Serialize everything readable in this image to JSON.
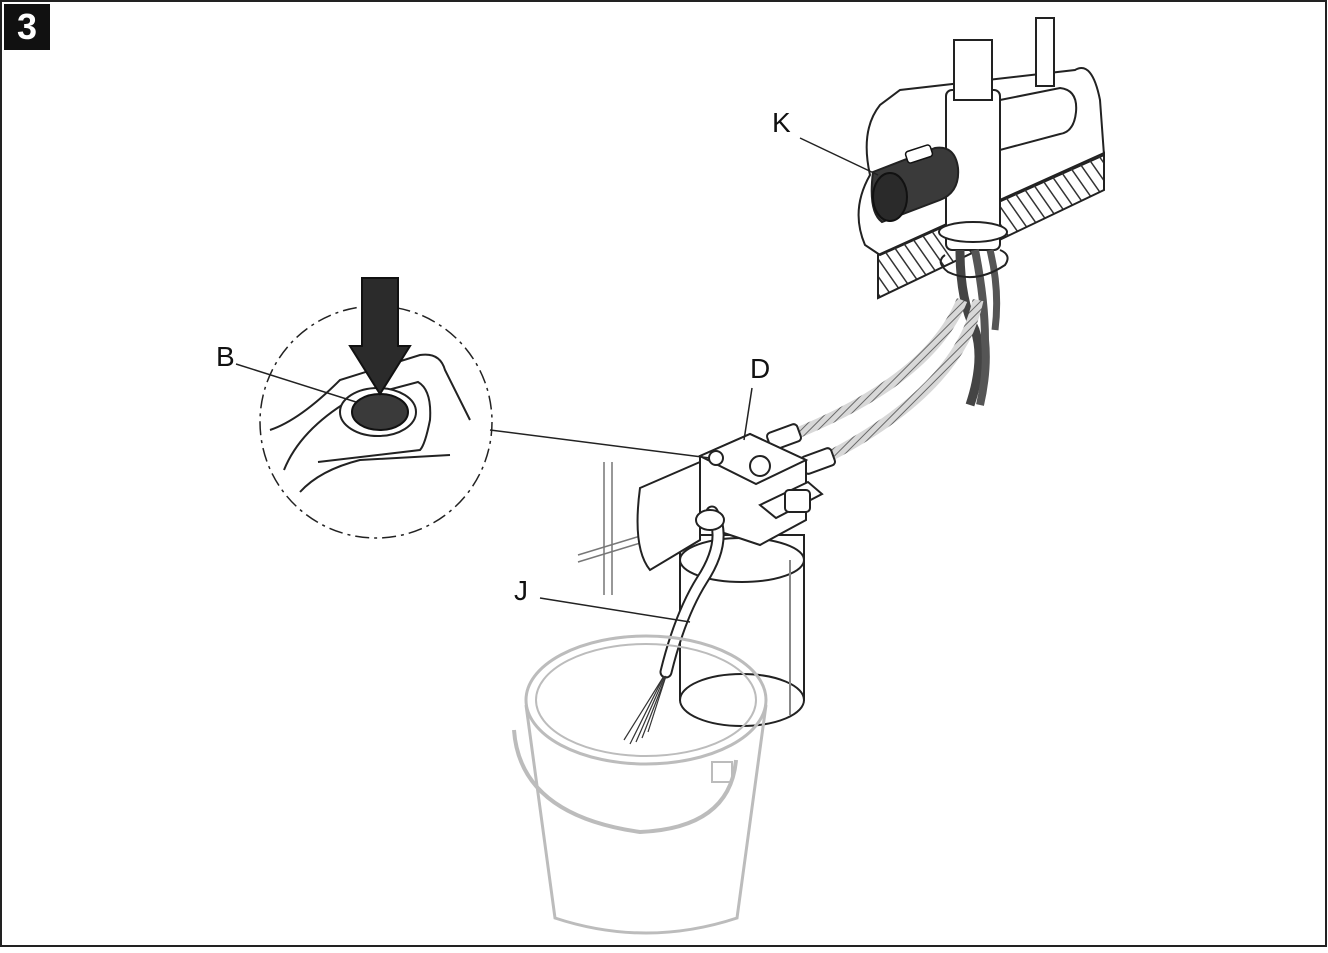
{
  "step_number": "3",
  "callouts": {
    "k": "K",
    "b": "B",
    "d": "D",
    "j": "J"
  },
  "colors": {
    "line": "#222222",
    "dark_fill": "#3a3a3a",
    "bucket": "#bcbcbc",
    "hose": "#888888"
  }
}
